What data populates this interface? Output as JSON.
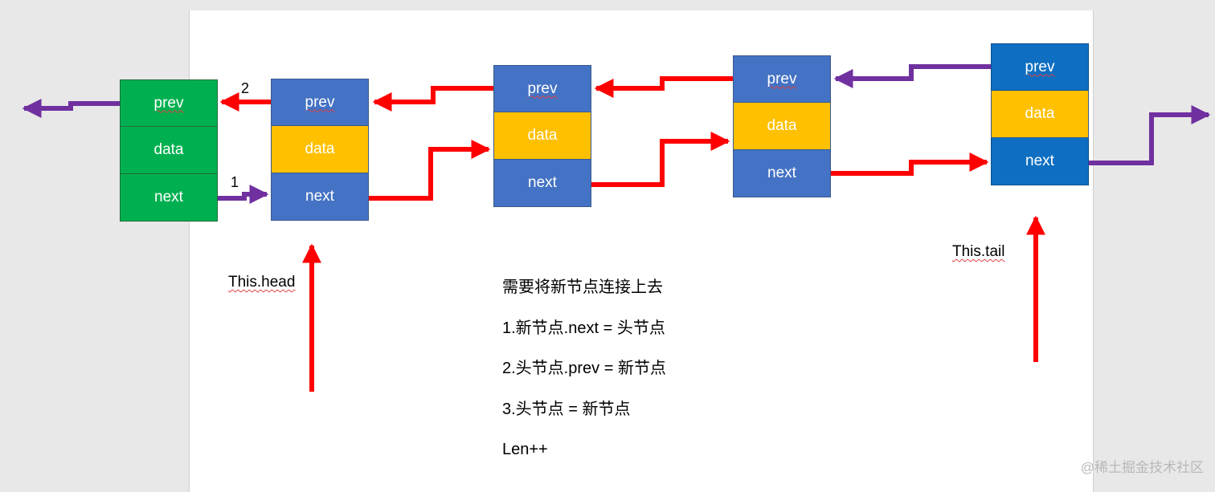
{
  "nodes": [
    {
      "prev": "prev",
      "data": "data",
      "next": "next"
    },
    {
      "prev": "prev",
      "data": "data",
      "next": "next"
    },
    {
      "prev": "prev",
      "data": "data",
      "next": "next"
    },
    {
      "prev": "prev",
      "data": "data",
      "next": "next"
    },
    {
      "prev": "prev",
      "data": "data",
      "next": "next"
    }
  ],
  "labels": {
    "head": "This.head",
    "tail": "This.tail",
    "step1": "1",
    "step2": "2"
  },
  "instructions": [
    "需要将新节点连接上去",
    "1.新节点.next =  头节点",
    "2.头节点.prev = 新节点",
    "3.头节点 = 新节点",
    "Len++"
  ],
  "watermark": "@稀土掘金技术社区",
  "colors": {
    "node_blue": "#4472c4",
    "tail_blue": "#0e6fc2",
    "data_yellow": "#ffc000",
    "new_green": "#00b050",
    "arrow_red": "#ff0000",
    "arrow_purple": "#7030a0"
  }
}
